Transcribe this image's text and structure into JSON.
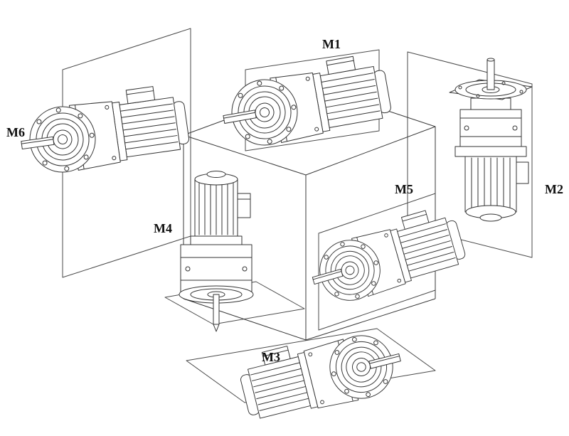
{
  "page": {
    "background": "#ffffff",
    "line_color": "#333333"
  },
  "diagram": {
    "kind": "isometric line diagram of six gearmotor units arranged around a cube",
    "labels": {
      "m1": "M1",
      "m2": "M2",
      "m3": "M3",
      "m4": "M4",
      "m5": "M5",
      "m6": "M6"
    }
  }
}
